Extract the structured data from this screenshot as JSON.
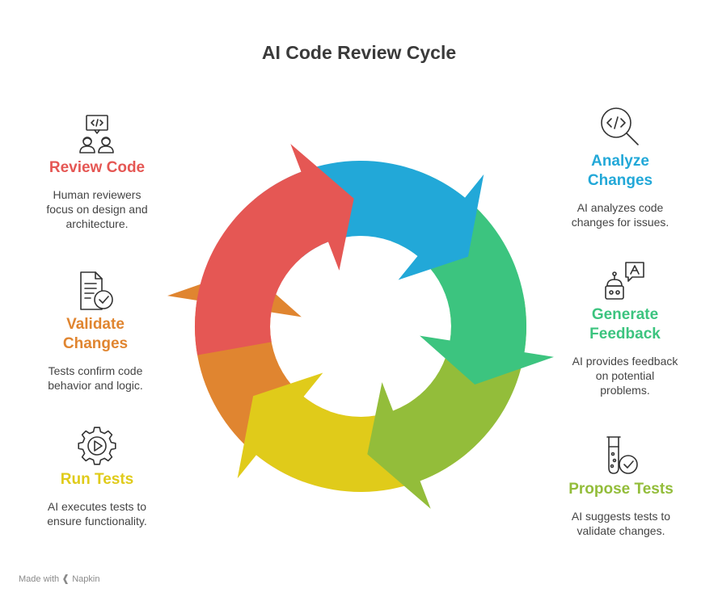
{
  "title": "AI Code Review Cycle",
  "colors": {
    "review": "#e55754",
    "analyze": "#22a8d8",
    "generate": "#3cc47f",
    "propose": "#93bd3a",
    "run": "#e0cb1a",
    "validate": "#e08530"
  },
  "steps": {
    "review": {
      "title": "Review Code",
      "desc": [
        "Human reviewers",
        "focus on design and",
        "architecture."
      ],
      "icon": "code-reviewers-icon"
    },
    "analyze": {
      "title": [
        "Analyze",
        "Changes"
      ],
      "desc": [
        "AI analyzes code",
        "changes for issues."
      ],
      "icon": "code-search-icon"
    },
    "generate": {
      "title": [
        "Generate",
        "Feedback"
      ],
      "desc": [
        "AI provides feedback",
        "on potential",
        "problems."
      ],
      "icon": "robot-chat-icon"
    },
    "propose": {
      "title": "Propose Tests",
      "desc": [
        "AI suggests tests to",
        "validate changes."
      ],
      "icon": "test-tube-check-icon"
    },
    "run": {
      "title": "Run Tests",
      "desc": [
        "AI executes tests to",
        "ensure functionality."
      ],
      "icon": "gear-play-icon"
    },
    "validate": {
      "title": [
        "Validate",
        "Changes"
      ],
      "desc": [
        "Tests confirm code",
        "behavior and logic."
      ],
      "icon": "document-check-icon"
    }
  },
  "footer": {
    "prefix": "Made with",
    "brand": "Napkin"
  }
}
